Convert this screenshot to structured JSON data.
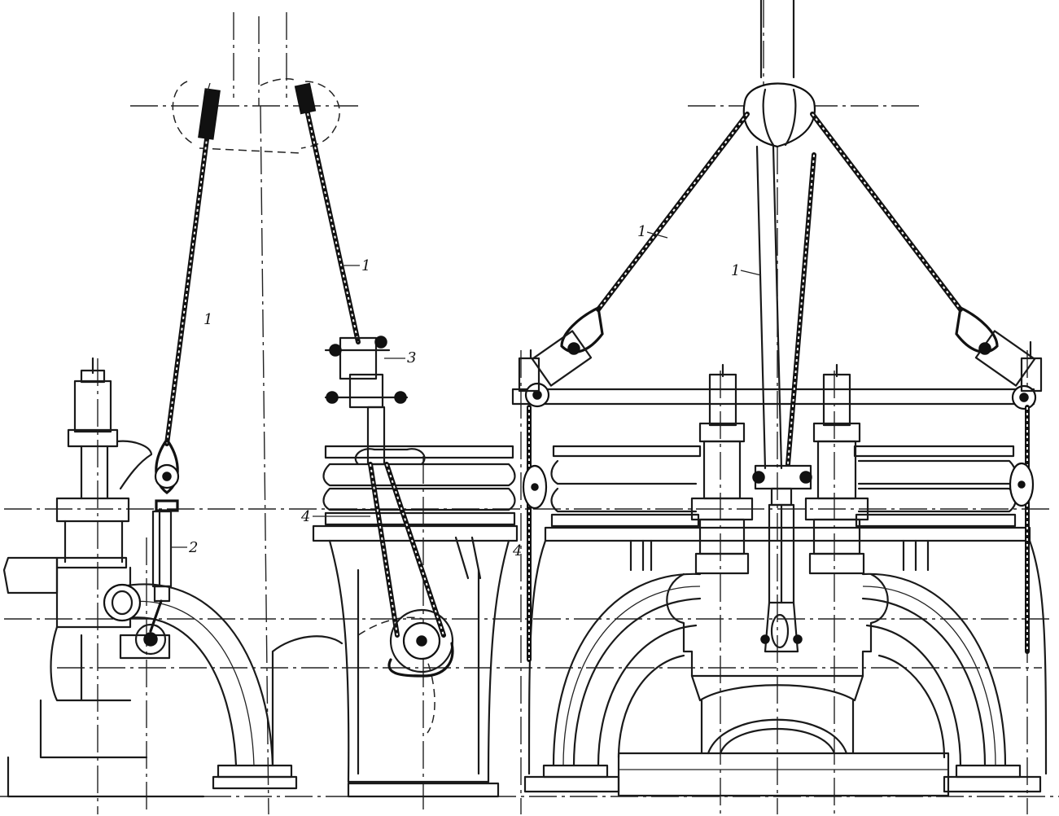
{
  "labels": {
    "rope_1": "1",
    "turnbuckle_2": "2",
    "clamp_3": "3",
    "sling_4": "4"
  }
}
